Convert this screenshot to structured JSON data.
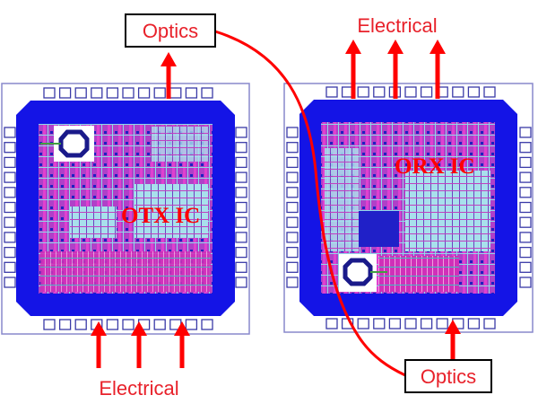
{
  "labels": {
    "otx_chip": "OTX IC",
    "orx_chip": "ORX IC",
    "optics_top": "Optics",
    "optics_bottom": "Optics",
    "electrical_top": "Electrical",
    "electrical_bottom": "Electrical"
  },
  "colors": {
    "arrow": "#ff0000",
    "text": "#e8212a",
    "seal_ring": "#1414e6",
    "pad_outline": "#3a3aa8",
    "layout_magenta": "#cc33cc",
    "layout_cyan": "#8fd8e8"
  },
  "pads_per_side": 11
}
